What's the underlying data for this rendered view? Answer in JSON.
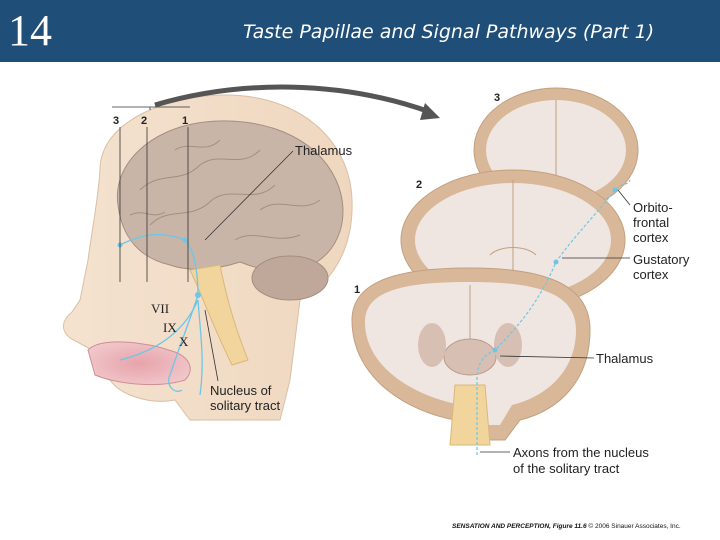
{
  "header": {
    "chapter_number": "14",
    "title": "Taste Papillae and Signal Pathways (Part 1)",
    "background_color": "#1f4e79"
  },
  "figure": {
    "section_numbers": [
      "3",
      "2",
      "1"
    ],
    "slice_labels": [
      "3",
      "2",
      "1"
    ],
    "left_labels": {
      "thalamus": "Thalamus",
      "nerve_vii": "VII",
      "nerve_ix": "IX",
      "nerve_x": "X",
      "nucleus_line1": "Nucleus of",
      "nucleus_line2": "solitary tract"
    },
    "right_labels": {
      "orbito_line1": "Orbito-",
      "orbito_line2": "frontal",
      "orbito_line3": "cortex",
      "gustatory_line1": "Gustatory",
      "gustatory_line2": "cortex",
      "thalamus": "Thalamus",
      "axons_line1": "Axons from the nucleus",
      "axons_line2": "of the solitary tract"
    },
    "pathway_color": "#6ec6e6",
    "credit_title": "SENSATION AND PERCEPTION, Figure 11.6",
    "credit_rest": "© 2006 Sinauer Associates, Inc."
  }
}
